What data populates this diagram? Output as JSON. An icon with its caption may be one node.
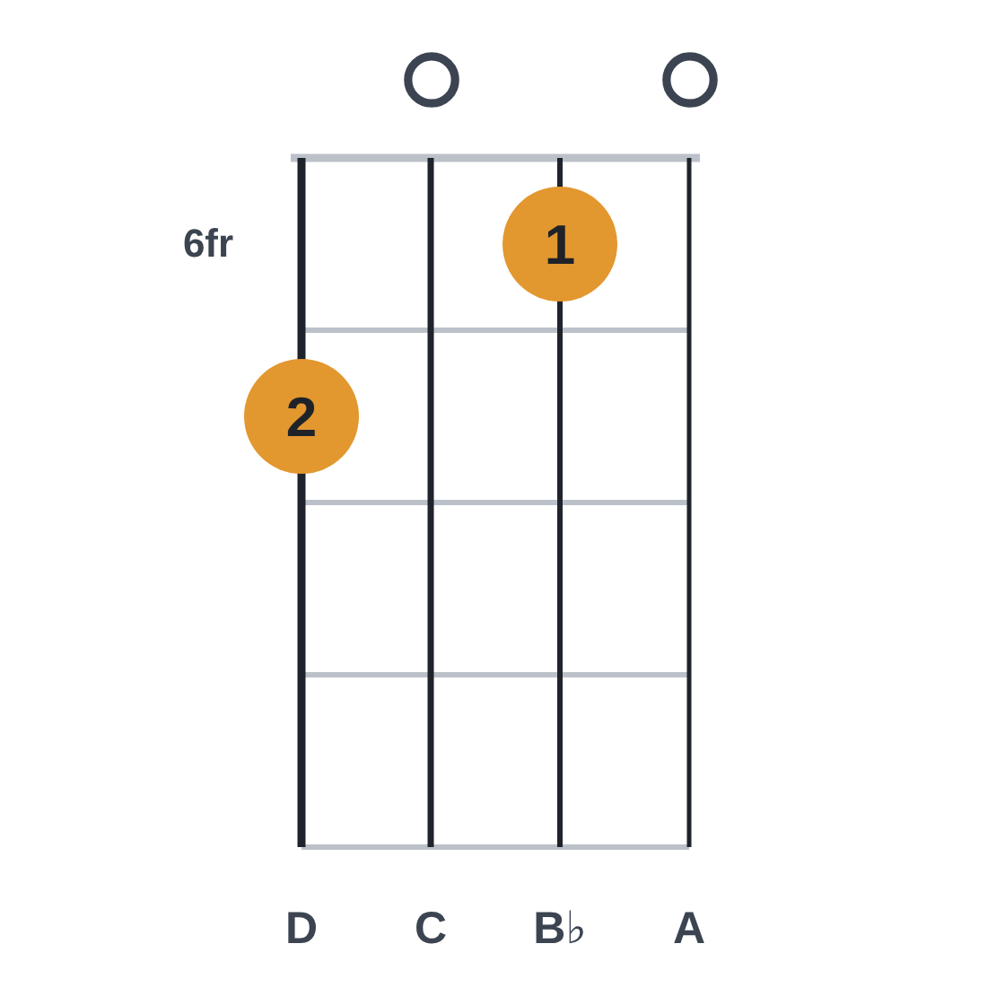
{
  "diagram": {
    "nodes": [
      {
        "text": [],
        "shape": "circle"
      },
      {
        "text": [],
        "shape": "circle"
      },
      {
        "text": [
          "1"
        ]
      },
      {
        "text": [
          "2"
        ]
      }
    ],
    "labels": [
      "6fr",
      "D",
      "C",
      "B♭",
      "A"
    ]
  }
}
